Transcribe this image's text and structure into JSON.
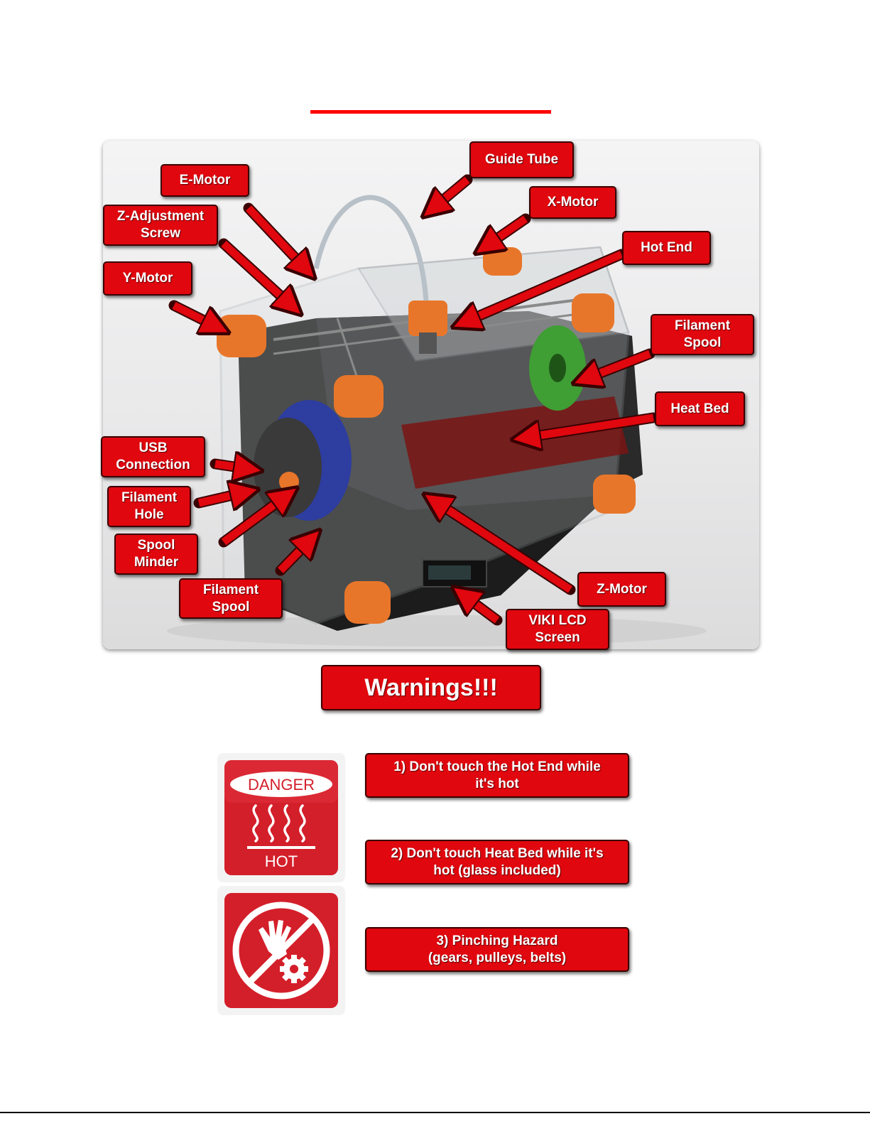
{
  "title_rule_color": "#ff0000",
  "label_color": "#e0070e",
  "callouts": {
    "guide_tube": "Guide Tube",
    "e_motor": "E-Motor",
    "x_motor": "X-Motor",
    "z_adjustment_screw": "Z-Adjustment\nScrew",
    "hot_end": "Hot End",
    "y_motor": "Y-Motor",
    "filament_spool_right": "Filament\nSpool",
    "heat_bed": "Heat Bed",
    "usb_connection": "USB\nConnection",
    "filament_hole": "Filament\nHole",
    "spool_minder": "Spool\nMinder",
    "filament_spool_bottom": "Filament\nSpool",
    "z_motor": "Z-Motor",
    "viki_lcd_screen": "VIKI LCD\nScreen"
  },
  "warnings": {
    "title": "Warnings!!!",
    "items": [
      "1) Don't touch the Hot End while\nit's hot",
      "2) Don't touch Heat Bed while it's\nhot (glass included)",
      "3) Pinching Hazard\n(gears, pulleys, belts)"
    ],
    "danger_sign": {
      "header": "DANGER",
      "footer": "HOT",
      "icon": "heat-waves-icon"
    },
    "pinch_sign": {
      "icon": "no-hand-near-gear-icon"
    }
  }
}
